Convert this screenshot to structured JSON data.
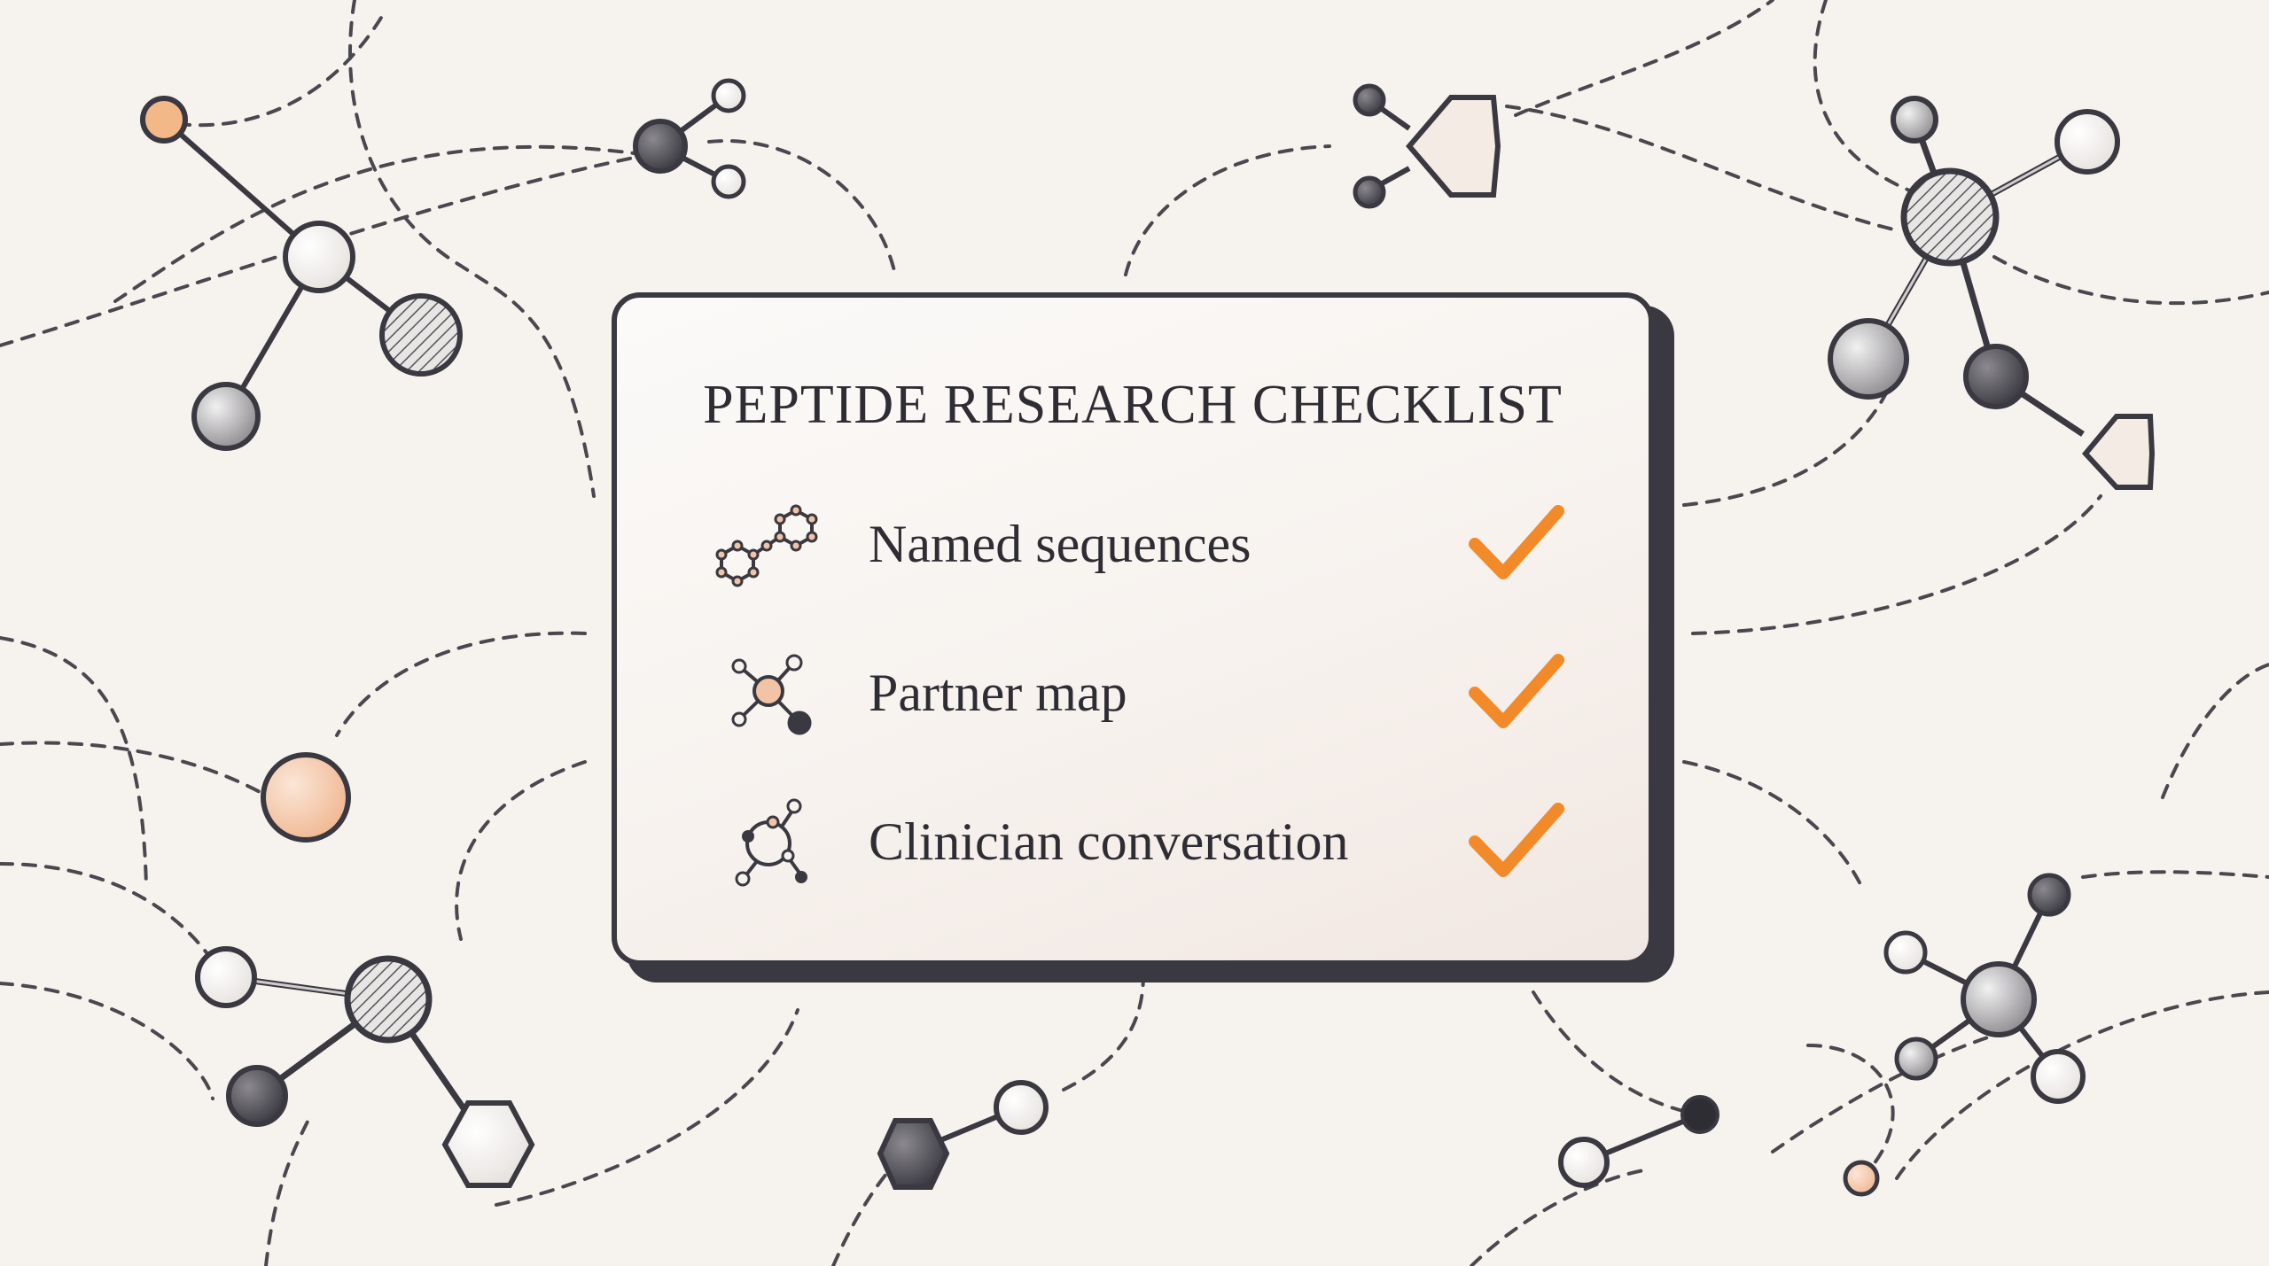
{
  "checklist": {
    "title": "PEPTIDE RESEARCH CHECKLIST",
    "items": [
      {
        "label": "Named sequences",
        "icon": "hexagon-chain-icon",
        "checked": true
      },
      {
        "label": "Partner map",
        "icon": "network-node-icon",
        "checked": true
      },
      {
        "label": "Clinician conversation",
        "icon": "ring-molecule-icon",
        "checked": true
      }
    ]
  },
  "colors": {
    "background": "#f6f3ef",
    "ink": "#3a3840",
    "accent_orange": "#f28a2a",
    "peach": "#f2c4a6"
  }
}
